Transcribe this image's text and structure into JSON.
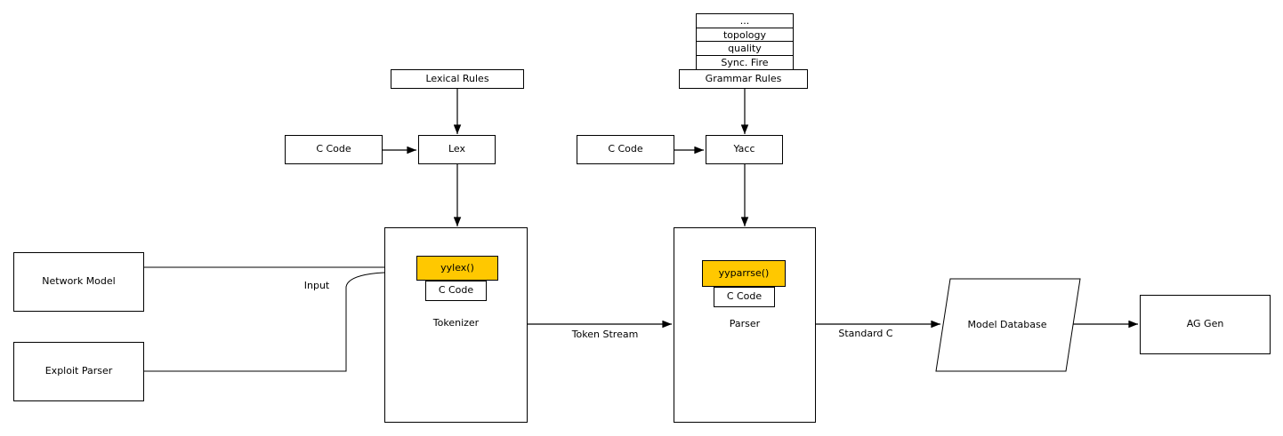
{
  "diagram": {
    "background": "#ffffff",
    "highlight_color": "#ffc800",
    "line_color": "#000000",
    "stack": {
      "rows": [
        "...",
        "topology",
        "quality",
        "Sync. Fire"
      ],
      "base_label": "Grammar Rules"
    },
    "nodes": {
      "lexical_rules": "Lexical Rules",
      "c_code_lex_input": "C Code",
      "lex": "Lex",
      "c_code_yacc_input": "C Code",
      "yacc": "Yacc",
      "network_model": "Network Model",
      "exploit_parser": "Exploit Parser",
      "tokenizer": "Tokenizer",
      "yylex_fn": "yylex()",
      "tokenizer_c_code": "C Code",
      "parser": "Parser",
      "yyparrse_fn": "yyparrse()",
      "parser_c_code": "C Code",
      "model_database": "Model Database",
      "ag_gen": "AG Gen"
    },
    "edge_labels": {
      "input": "Input",
      "token_stream": "Token Stream",
      "standard_c": "Standard C"
    }
  }
}
